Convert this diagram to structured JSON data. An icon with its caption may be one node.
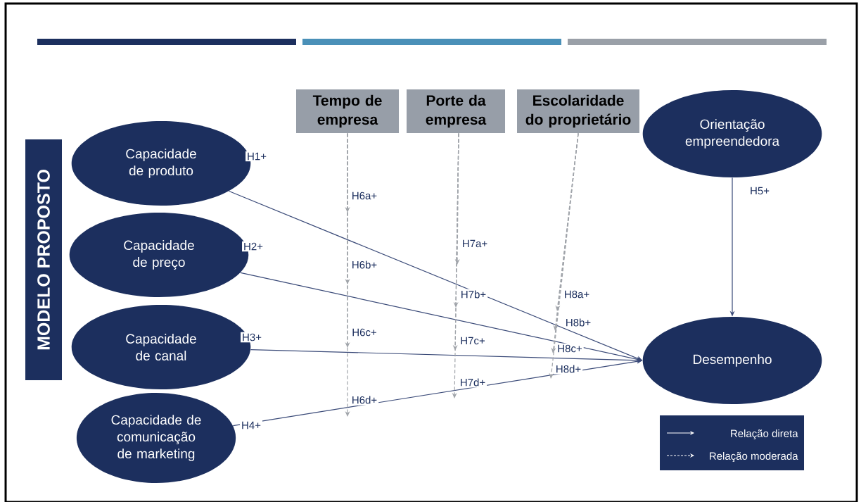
{
  "diagram": {
    "nodes": [
      {
        "text": [
          "MODELO PROPOSTO"
        ]
      },
      {
        "text": [
          "Capacidade de produto"
        ]
      },
      {
        "text": [
          "Capacidade de preço"
        ]
      },
      {
        "text": [
          "Capacidade de canal"
        ]
      },
      {
        "text": [
          "Capacidade de comunicação de marketing"
        ]
      },
      {
        "text": [
          "Tempo de empresa"
        ]
      },
      {
        "text": [
          "Porte da empresa"
        ]
      },
      {
        "text": [
          "Escolaridade do proprietário"
        ]
      },
      {
        "text": [
          "Orientação empreendedora"
        ]
      },
      {
        "text": [
          "Desempenho"
        ]
      }
    ],
    "edges": [
      {
        "from": 1,
        "to": 9,
        "arrow": "to",
        "label": "H1+",
        "color": "#3a4a78"
      },
      {
        "from": 2,
        "to": 9,
        "arrow": "to",
        "label": "H2+",
        "color": "#3a4a78"
      },
      {
        "from": 3,
        "to": 9,
        "arrow": "to",
        "label": "H3+",
        "color": "#3a4a78"
      },
      {
        "from": 4,
        "to": 9,
        "arrow": "to",
        "label": "H4+",
        "color": "#3a4a78"
      },
      {
        "from": 8,
        "to": 9,
        "arrow": "to",
        "label": "H5+",
        "color": "#3a4a78"
      },
      {
        "from": 5,
        "to": null,
        "arrow": "to",
        "label": "H6a+",
        "style": "dashed"
      },
      {
        "from": 5,
        "to": null,
        "arrow": "to",
        "label": "H6b+",
        "style": "dashed"
      },
      {
        "from": 5,
        "to": null,
        "arrow": "to",
        "label": "H6c+",
        "style": "dashed"
      },
      {
        "from": 5,
        "to": null,
        "arrow": "to",
        "label": "H6d+",
        "style": "dashed"
      },
      {
        "from": 6,
        "to": null,
        "arrow": "to",
        "label": "H7a+",
        "style": "dashed"
      },
      {
        "from": 6,
        "to": null,
        "arrow": "to",
        "label": "H7b+",
        "style": "dashed"
      },
      {
        "from": 6,
        "to": null,
        "arrow": "to",
        "label": "H7c+",
        "style": "dashed"
      },
      {
        "from": 6,
        "to": null,
        "arrow": "to",
        "label": "H7d+",
        "style": "dashed"
      },
      {
        "from": 7,
        "to": null,
        "arrow": "to",
        "label": "H8a+",
        "style": "dashed"
      },
      {
        "from": 7,
        "to": null,
        "arrow": "to",
        "label": "H8b+",
        "style": "dashed"
      },
      {
        "from": 7,
        "to": null,
        "arrow": "to",
        "label": "H8c+",
        "style": "dashed"
      },
      {
        "from": 7,
        "to": null,
        "arrow": "to",
        "label": "H8d+",
        "style": "dashed"
      }
    ],
    "legend": [
      {
        "text": "Relação direta"
      },
      {
        "text": "Relação moderada"
      }
    ]
  }
}
